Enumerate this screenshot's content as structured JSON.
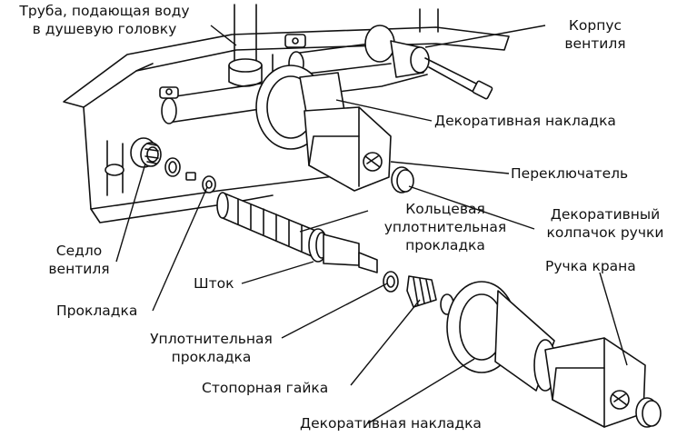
{
  "labels": {
    "pipe": [
      "Труба, подающая воду",
      "в душевую головку"
    ],
    "valve_body": [
      "Корпус",
      "вентиля"
    ],
    "trim_top": "Декоративная накладка",
    "switch": "Переключатель",
    "cap": [
      "Декоративный",
      "колпачок ручки"
    ],
    "handle": "Ручка крана",
    "seat": [
      "Седло",
      "вентиля"
    ],
    "gasket": "Прокладка",
    "oring": [
      "Кольцевая",
      "уплотнительная",
      "прокладка"
    ],
    "stem": "Шток",
    "seal": [
      "Уплотнительная",
      "прокладка"
    ],
    "locknut": "Стопорная гайка",
    "trim_bottom": "Декоративная накладка"
  }
}
